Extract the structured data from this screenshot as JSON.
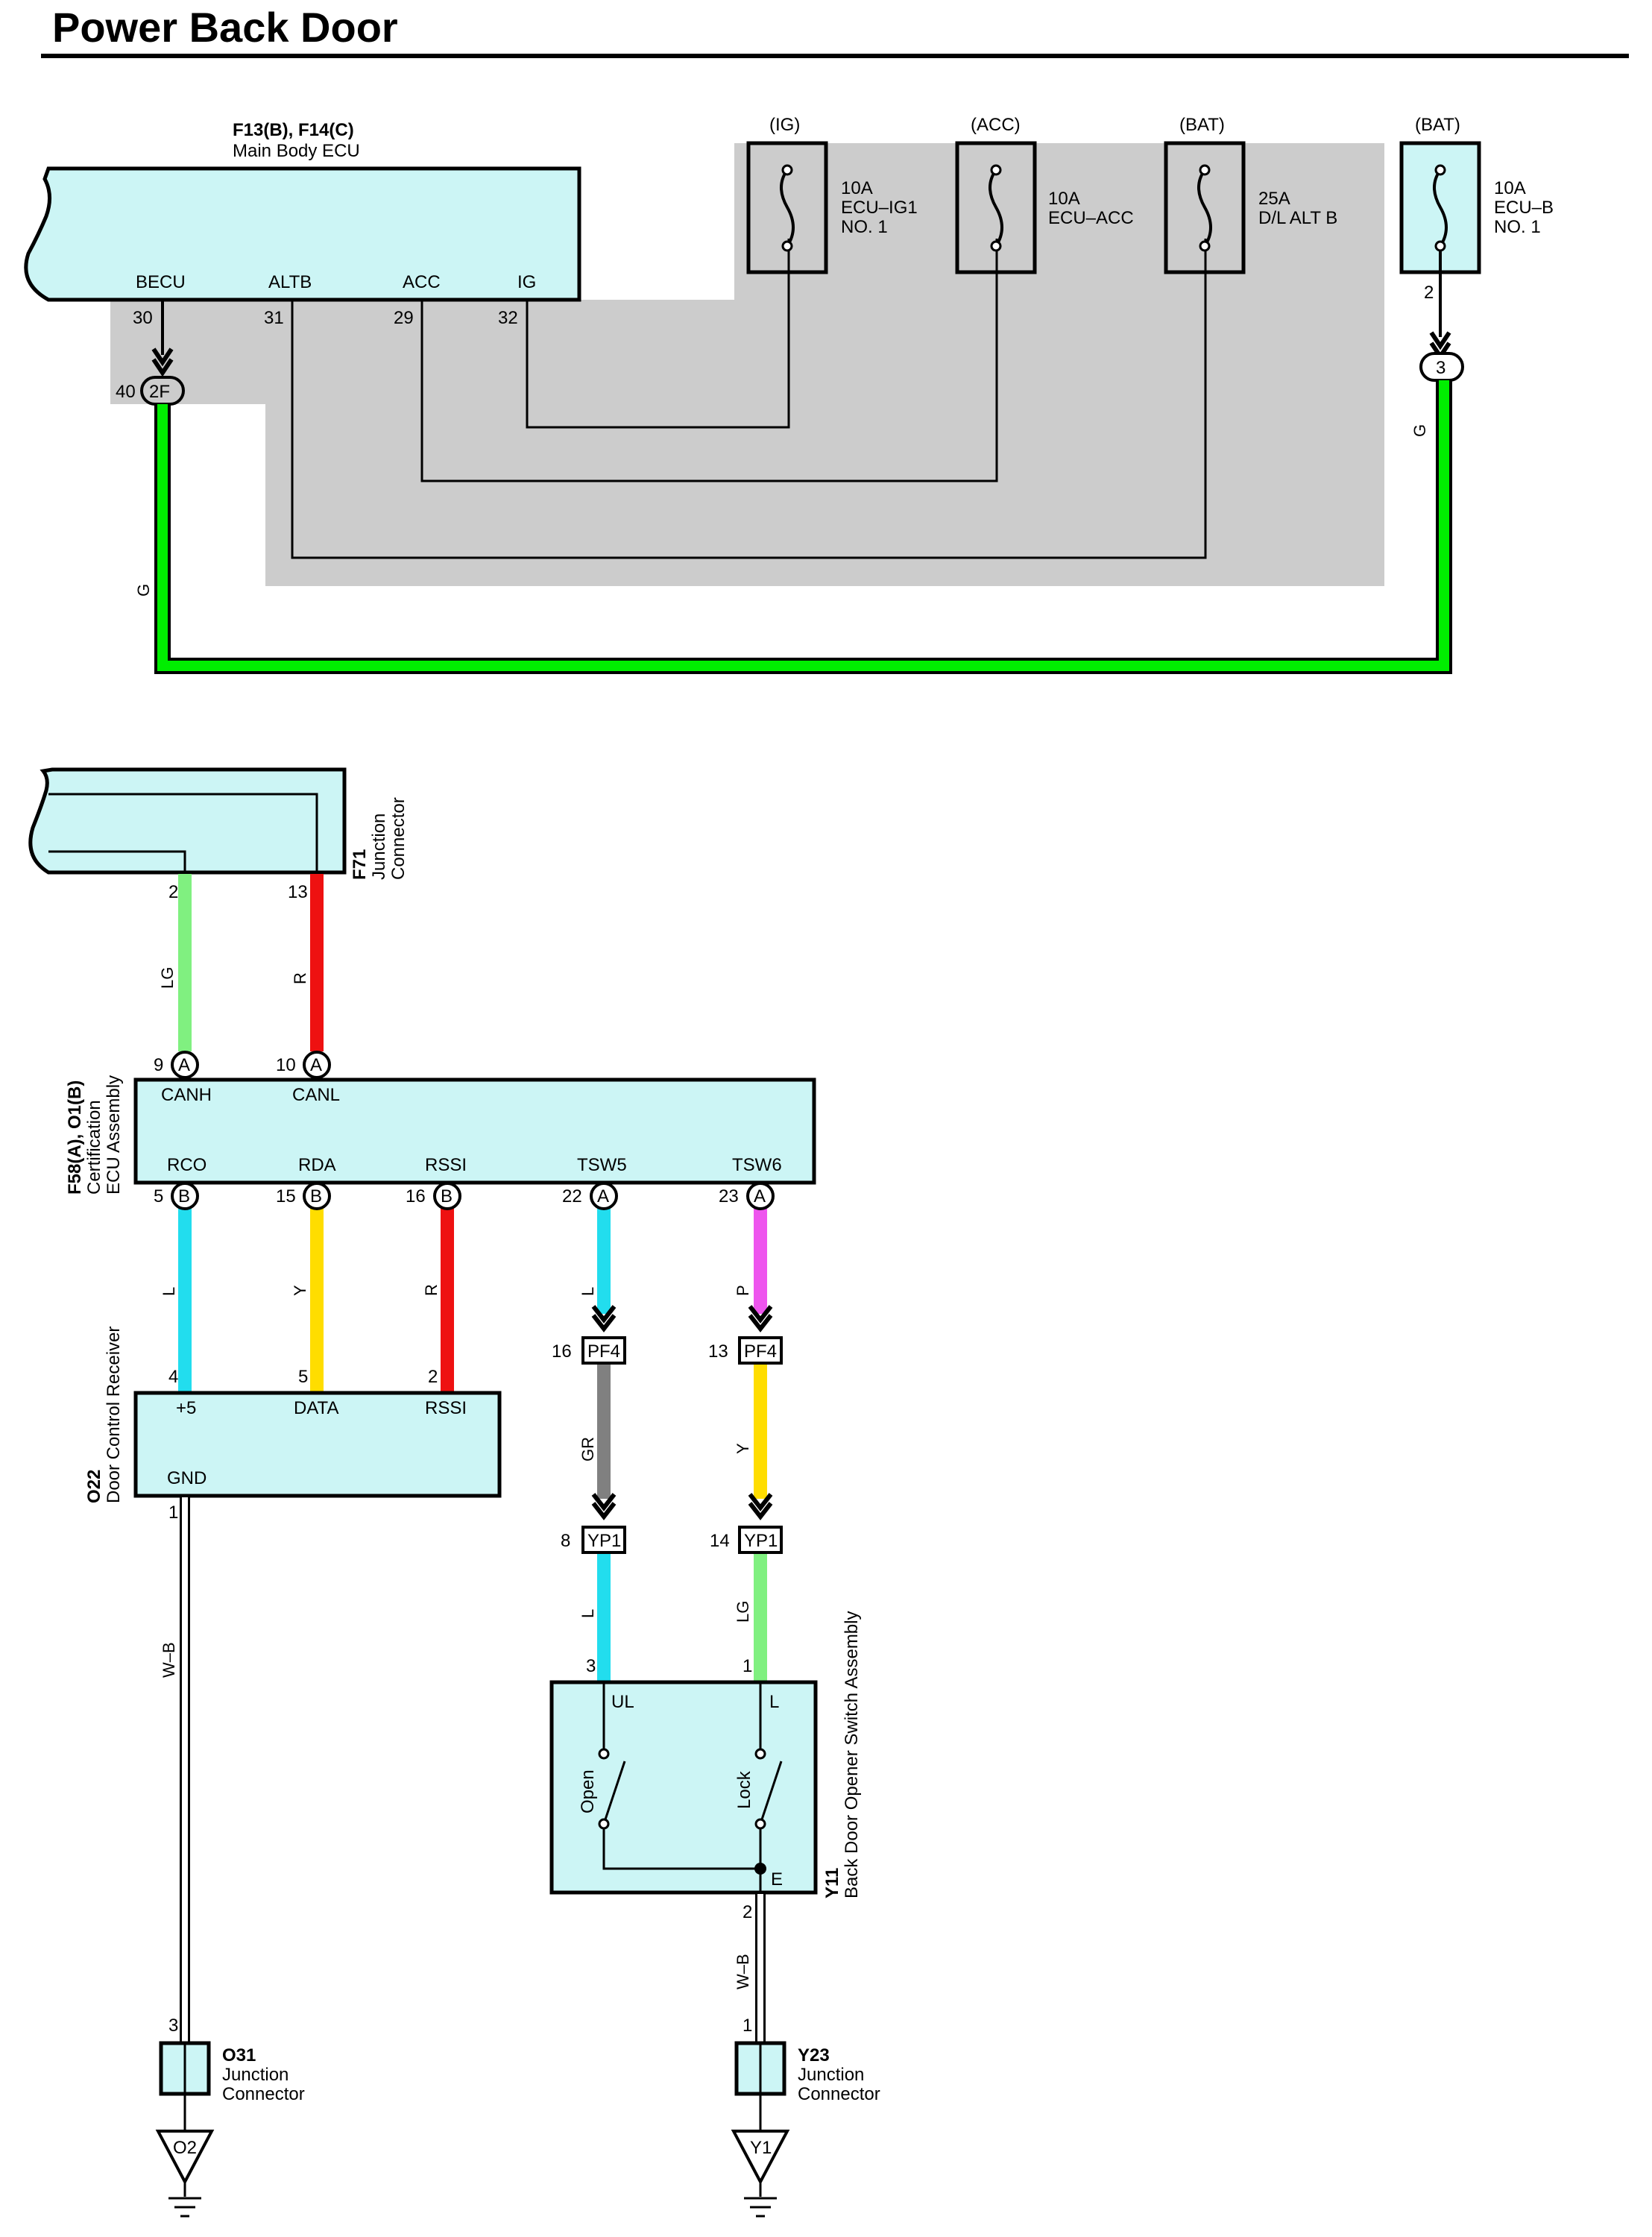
{
  "title": "Power Back Door",
  "main_body_ecu": {
    "id": "F13(B), F14(C)",
    "name": "Main Body ECU",
    "terminals": [
      "BECU",
      "ALTB",
      "ACC",
      "IG"
    ],
    "pins": [
      "30",
      "31",
      "29",
      "32"
    ],
    "connector_pin": "40",
    "connector": "2F"
  },
  "fuses": [
    {
      "source": "(IG)",
      "rating": "10A",
      "name1": "ECU–IG1",
      "name2": "NO. 1"
    },
    {
      "source": "(ACC)",
      "rating": "10A",
      "name1": "ECU–ACC",
      "name2": ""
    },
    {
      "source": "(BAT)",
      "rating": "25A",
      "name1": "D/L ALT B",
      "name2": ""
    },
    {
      "source": "(BAT)",
      "rating": "10A",
      "name1": "ECU–B",
      "name2": "NO. 1",
      "pin": "2",
      "connector": "3"
    }
  ],
  "wire_colors": {
    "g_left": "G",
    "g_right": "G"
  },
  "f71": {
    "id": "F71",
    "name1": "Junction",
    "name2": "Connector",
    "pins": [
      "2",
      "13"
    ],
    "wires": [
      "LG",
      "R"
    ]
  },
  "cert_ecu": {
    "id": "F58(A), O1(B)",
    "name1": "Certification",
    "name2": "ECU Assembly",
    "top_terminals": [
      "CANH",
      "CANL"
    ],
    "top_pins": [
      "9",
      "10"
    ],
    "top_conn": [
      "A",
      "A"
    ],
    "bottom_terminals": [
      "RCO",
      "RDA",
      "RSSI",
      "TSW5",
      "TSW6"
    ],
    "bottom_pins": [
      "5",
      "15",
      "16",
      "22",
      "23"
    ],
    "bottom_conn": [
      "B",
      "B",
      "B",
      "A",
      "A"
    ],
    "bottom_wires": [
      "L",
      "Y",
      "R",
      "L",
      "P"
    ]
  },
  "receiver": {
    "id": "O22",
    "name": "Door Control Receiver",
    "terminals": [
      "+5",
      "DATA",
      "RSSI",
      "GND"
    ],
    "pins": [
      "4",
      "5",
      "2",
      "1"
    ],
    "gnd_wire": "W–B"
  },
  "pf4": {
    "pins": [
      "16",
      "13"
    ],
    "label": "PF4",
    "wires": [
      "GR",
      "Y"
    ]
  },
  "yp1": {
    "pins": [
      "8",
      "14"
    ],
    "label": "YP1",
    "wires": [
      "L",
      "LG"
    ]
  },
  "switch": {
    "id": "Y11",
    "name": "Back Door Opener Switch Assembly",
    "terminals": [
      "UL",
      "L",
      "E"
    ],
    "pins": [
      "3",
      "1",
      "2"
    ],
    "contacts": [
      "Open",
      "Lock"
    ],
    "gnd_wire": "W–B"
  },
  "o31": {
    "id": "O31",
    "name1": "Junction",
    "name2": "Connector",
    "pin": "3",
    "ground": "O2"
  },
  "y23": {
    "id": "Y23",
    "name1": "Junction",
    "name2": "Connector",
    "pin": "1",
    "ground": "Y1"
  },
  "colors": {
    "component_fill": "#ccf5f5",
    "shade": "#cccccc",
    "G": "#00ee00",
    "LG": "#80f080",
    "R": "#ee1111",
    "L": "#22ddee",
    "Y": "#ffdd00",
    "P": "#ee55ee",
    "GR": "#808080",
    "WB": "#ffffff"
  }
}
